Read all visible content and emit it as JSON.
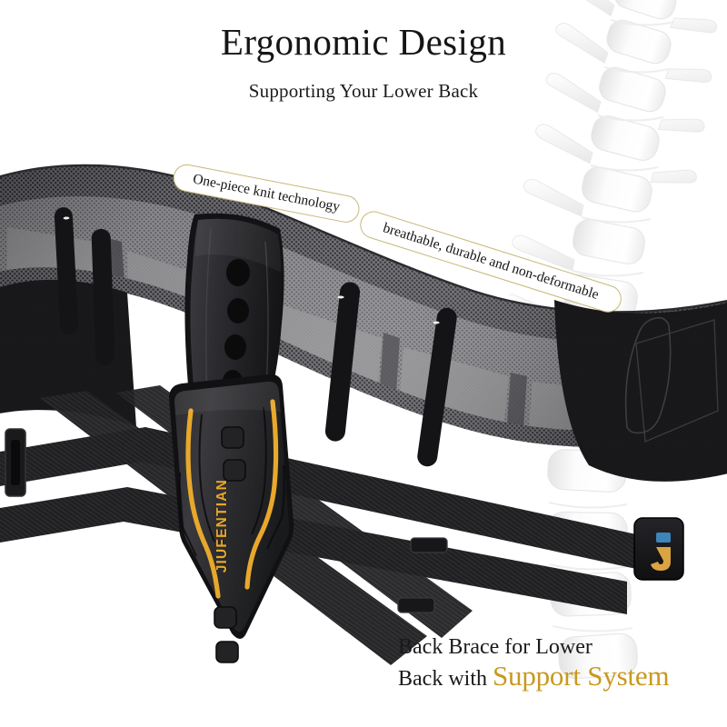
{
  "header": {
    "title": "Ergonomic Design",
    "subtitle": "Supporting Your Lower Back"
  },
  "callouts": [
    {
      "id": "knit",
      "text": "One-piece knit technology"
    },
    {
      "id": "breathable",
      "text": "breathable, durable and non-deformable"
    }
  ],
  "caption": {
    "line1": "Back Brace for Lower",
    "line2_prefix": "Back with ",
    "line2_highlight": "Support System"
  },
  "product": {
    "brand": "JIUFENTIAN",
    "logo_letter": "J"
  },
  "colors": {
    "gold": "#c8991f",
    "brand_gold": "#e8a82c",
    "callout_border": "#c6b878",
    "mesh_gray": "#8e8e92",
    "mesh_dark": "#5a5a5e",
    "strap_black": "#1b1b1d",
    "logo_blue": "#3d84b8",
    "logo_gold": "#d9a441",
    "text_dark": "#151515",
    "background": "#ffffff"
  }
}
